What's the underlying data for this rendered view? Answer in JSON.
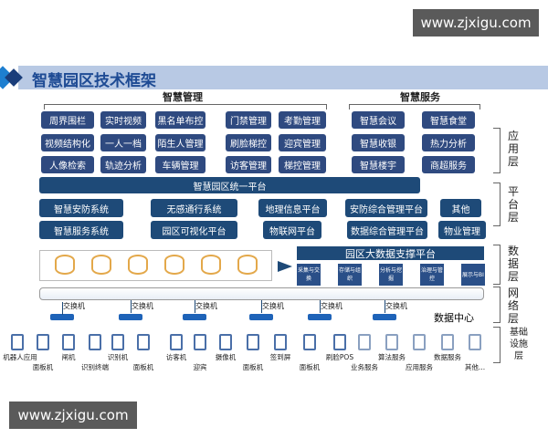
{
  "watermark": "www.zjxigu.com",
  "title": "智慧园区技术框架",
  "groups": {
    "management": "智慧管理",
    "services": "智慧服务"
  },
  "app_boxes": [
    [
      "周界围栏",
      "实时视频",
      "黑名单布控",
      "门禁管理",
      "考勤管理",
      "智慧会议",
      "智慧食堂"
    ],
    [
      "视频结构化",
      "一人一档",
      "陌生人管理",
      "刷脸梯控",
      "迎宾管理",
      "智慧收银",
      "热力分析"
    ],
    [
      "人像检索",
      "轨迹分析",
      "车辆管理",
      "访客管理",
      "梯控管理",
      "智慧楼宇",
      "商超服务"
    ]
  ],
  "unified_platform": "智慧园区统一平台",
  "platform_boxes": [
    [
      "智慧安防系统",
      "无感通行系统",
      "地理信息平台",
      "安防综合管理平台",
      "其他"
    ],
    [
      "智慧服务系统",
      "园区可视化平台",
      "物联网平台",
      "数据综合管理平台",
      "物业管理"
    ]
  ],
  "bigdata": {
    "title": "园区大数据支撑平台",
    "items": [
      "采集与交换",
      "存储与组织",
      "分析与挖掘",
      "治理与管控",
      "展示与BI"
    ]
  },
  "switch_label": "交换机",
  "data_center": "数据中心",
  "layers": [
    "应用层",
    "平台层",
    "数据层",
    "网络层",
    "基础设施层"
  ],
  "devices": [
    "机器人应用",
    "面板机",
    "闸机",
    "识别终端",
    "识别机",
    "面板机",
    "访客机",
    "迎宾",
    "摄像机",
    "面板机",
    "签到屏",
    "面板机",
    "刷脸POS",
    "业务服务",
    "算法服务",
    "应用服务",
    "数据服务",
    "其他..."
  ],
  "colors": {
    "app": "#2f4a80",
    "platform": "#1e4a78",
    "header": "#b8c9e4",
    "db": "#e3a84a"
  }
}
